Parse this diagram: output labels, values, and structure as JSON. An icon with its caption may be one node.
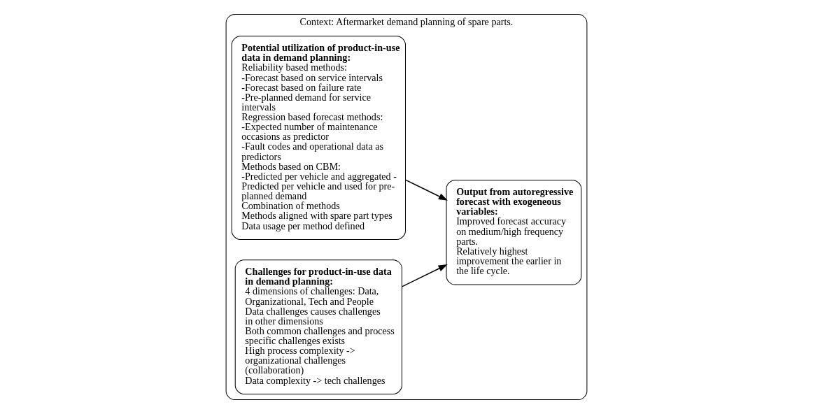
{
  "diagram": {
    "nodes": [
      {
        "text": [
          "Context: Aftermarket demand planning of spare parts."
        ]
      },
      {
        "text": [
          "Potential utilization of product-in-use data in demand planning:",
          "Reliability based methods:",
          "-Forecast based on service intervals",
          "-Forecast based on failure rate",
          "-Pre-planned demand for service intervals",
          "Regression based forecast methods:",
          "-Expected number of maintenance occasions as predictor",
          "-Fault codes and operational data as predictors",
          "Methods based on CBM:",
          "-Predicted per vehicle and aggregated -",
          "Predicted per vehicle and used for pre-planned demand",
          "Combination of methods",
          "Methods aligned with spare part types",
          "Data usage per method defined"
        ],
        "in": 0
      },
      {
        "text": [
          "Challenges for product-in-use data in demand planning:",
          "4 dimensions of challenges: Data, Organizational, Tech and People",
          "Data challenges causes challenges in other dimensions",
          "Both common challenges and process specific challenges exists",
          "High process complexity -> organizational challenges (collaboration)",
          "Data complexity -> tech challenges"
        ],
        "in": 0
      },
      {
        "text": [
          "Output from autoregressive forecast with exogeneous variables:",
          "Improved forecast accuracy on medium/high frequency parts.",
          "Relatively highest improvement the earlier in the life cycle."
        ],
        "in": 0
      }
    ],
    "edges": [
      {
        "from": 1,
        "to": 3,
        "arrow": "to"
      },
      {
        "from": 2,
        "to": 3,
        "arrow": "to"
      }
    ]
  }
}
